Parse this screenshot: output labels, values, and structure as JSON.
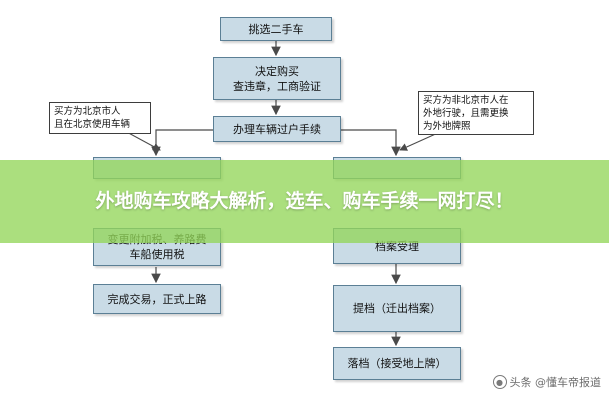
{
  "flowchart": {
    "step_select": "挑选二手车",
    "step_decide_line1": "决定购买",
    "step_decide_line2": "查违章，工商验证",
    "step_transfer": "办理车辆过户手续",
    "step_tax_line1": "变更附加税、养路费",
    "step_tax_line2": "车船使用税",
    "step_complete": "完成交易，正式上路",
    "step_archive": "档案受理",
    "step_extract": "提档（迁出档案）",
    "step_register": "落档（接受地上牌）",
    "note_local_line1": "买方为北京市人",
    "note_local_line2": "且在北京使用车辆",
    "note_nonlocal_line1": "买方为非北京市人在",
    "note_nonlocal_line2": "外地行驶，且需更换",
    "note_nonlocal_line3": "为外地牌照"
  },
  "banner": {
    "title": "外地购车攻略大解析，选车、购车手续一网打尽！"
  },
  "watermark": {
    "text": "头条 @懂车帝报道"
  },
  "colors": {
    "box_fill": "#c9dbe6",
    "box_border": "#5b7f95",
    "arrow": "#4a4a4a",
    "banner": "#94d65a"
  }
}
